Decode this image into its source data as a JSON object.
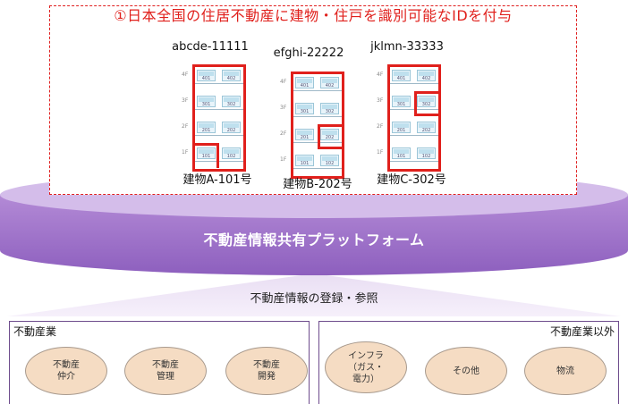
{
  "title": "①日本全国の住居不動産に建物・住戸を識別可能なIDを付与",
  "buildings": [
    {
      "id": "abcde-11111",
      "label": "建物A-101号",
      "highlight": "101"
    },
    {
      "id": "efghi-22222",
      "label": "建物B-202号",
      "highlight": "202"
    },
    {
      "id": "jklmn-33333",
      "label": "建物C-302号",
      "highlight": "302"
    }
  ],
  "floors": [
    "4F",
    "3F",
    "2F",
    "1F"
  ],
  "units": [
    [
      "401",
      "402"
    ],
    [
      "301",
      "302"
    ],
    [
      "201",
      "202"
    ],
    [
      "101",
      "102"
    ]
  ],
  "platform": "不動産情報共有プラットフォーム",
  "register": "不動産情報の登録・参照",
  "sectors": {
    "realestate": {
      "title": "不動産業",
      "items": [
        "不動産\n仲介",
        "不動産\n管理",
        "不動産\n開発"
      ]
    },
    "other": {
      "title": "不動産業以外",
      "items": [
        "インフラ\n（ガス・\n電力）",
        "その他",
        "物流"
      ]
    }
  },
  "colors": {
    "accent": "#e0201c",
    "platform": "#9b6fc6",
    "oval": "#f5dcc3"
  }
}
